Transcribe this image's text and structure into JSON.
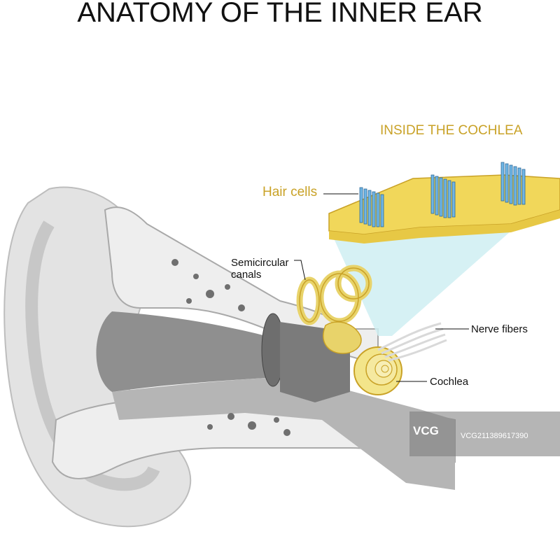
{
  "title": "ANATOMY OF THE INNER EAR",
  "inset_title": "INSIDE THE COCHLEA",
  "labels": {
    "hair_cells": "Hair cells",
    "semicircular_line1": "Semicircular",
    "semicircular_line2": "canals",
    "nerve_fibers": "Nerve fibers",
    "cochlea": "Cochlea"
  },
  "watermark": {
    "logo": "VCG",
    "id": "VCG211389617390"
  },
  "colors": {
    "bone_gold": "#e8d36a",
    "gold_text": "#c9a227",
    "hair_blue": "#6fb6e6",
    "inset_bg": "#cfeef2",
    "tissue_gray": "#cfcfcf"
  }
}
